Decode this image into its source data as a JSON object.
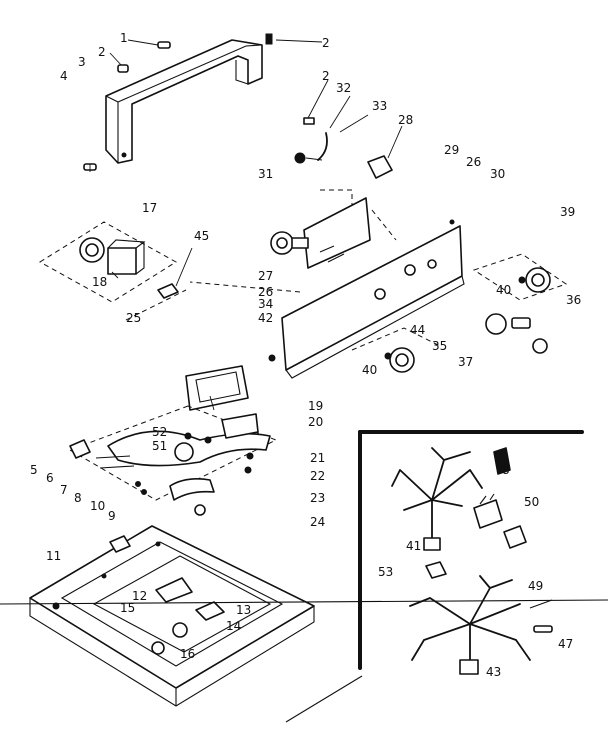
{
  "callouts": [
    {
      "id": "c1",
      "text": "1"
    },
    {
      "id": "c2a",
      "text": "2"
    },
    {
      "id": "c2b",
      "text": "2"
    },
    {
      "id": "c2c",
      "text": "2"
    },
    {
      "id": "c3",
      "text": "3"
    },
    {
      "id": "c4",
      "text": "4"
    },
    {
      "id": "c32",
      "text": "32"
    },
    {
      "id": "c33",
      "text": "33"
    },
    {
      "id": "c28",
      "text": "28"
    },
    {
      "id": "c31",
      "text": "31"
    },
    {
      "id": "c29",
      "text": "29"
    },
    {
      "id": "c26a",
      "text": "26"
    },
    {
      "id": "c30",
      "text": "30"
    },
    {
      "id": "c39",
      "text": "39"
    },
    {
      "id": "c17",
      "text": "17"
    },
    {
      "id": "c45",
      "text": "45"
    },
    {
      "id": "c18",
      "text": "18"
    },
    {
      "id": "c25",
      "text": "25"
    },
    {
      "id": "c27",
      "text": "27"
    },
    {
      "id": "c26b",
      "text": "26"
    },
    {
      "id": "c34",
      "text": "34"
    },
    {
      "id": "c42",
      "text": "42"
    },
    {
      "id": "c40a",
      "text": "40"
    },
    {
      "id": "c36",
      "text": "36"
    },
    {
      "id": "c44",
      "text": "44"
    },
    {
      "id": "c35",
      "text": "35"
    },
    {
      "id": "c40b",
      "text": "40"
    },
    {
      "id": "c37",
      "text": "37"
    },
    {
      "id": "c19",
      "text": "19"
    },
    {
      "id": "c20",
      "text": "20"
    },
    {
      "id": "c52",
      "text": "52"
    },
    {
      "id": "c51",
      "text": "51"
    },
    {
      "id": "c21",
      "text": "21"
    },
    {
      "id": "c22",
      "text": "22"
    },
    {
      "id": "c23",
      "text": "23"
    },
    {
      "id": "c24",
      "text": "24"
    },
    {
      "id": "c5",
      "text": "5"
    },
    {
      "id": "c6",
      "text": "6"
    },
    {
      "id": "c7",
      "text": "7"
    },
    {
      "id": "c8a",
      "text": "8"
    },
    {
      "id": "c10",
      "text": "10"
    },
    {
      "id": "c9",
      "text": "9"
    },
    {
      "id": "c11",
      "text": "11"
    },
    {
      "id": "c12",
      "text": "12"
    },
    {
      "id": "c13",
      "text": "13"
    },
    {
      "id": "c15",
      "text": "15"
    },
    {
      "id": "c14",
      "text": "14"
    },
    {
      "id": "c16",
      "text": "16"
    },
    {
      "id": "c8b",
      "text": "8"
    },
    {
      "id": "c50",
      "text": "50"
    },
    {
      "id": "c41",
      "text": "41"
    },
    {
      "id": "c53",
      "text": "53"
    },
    {
      "id": "c49",
      "text": "49"
    },
    {
      "id": "c47",
      "text": "47"
    },
    {
      "id": "c43",
      "text": "43"
    }
  ]
}
